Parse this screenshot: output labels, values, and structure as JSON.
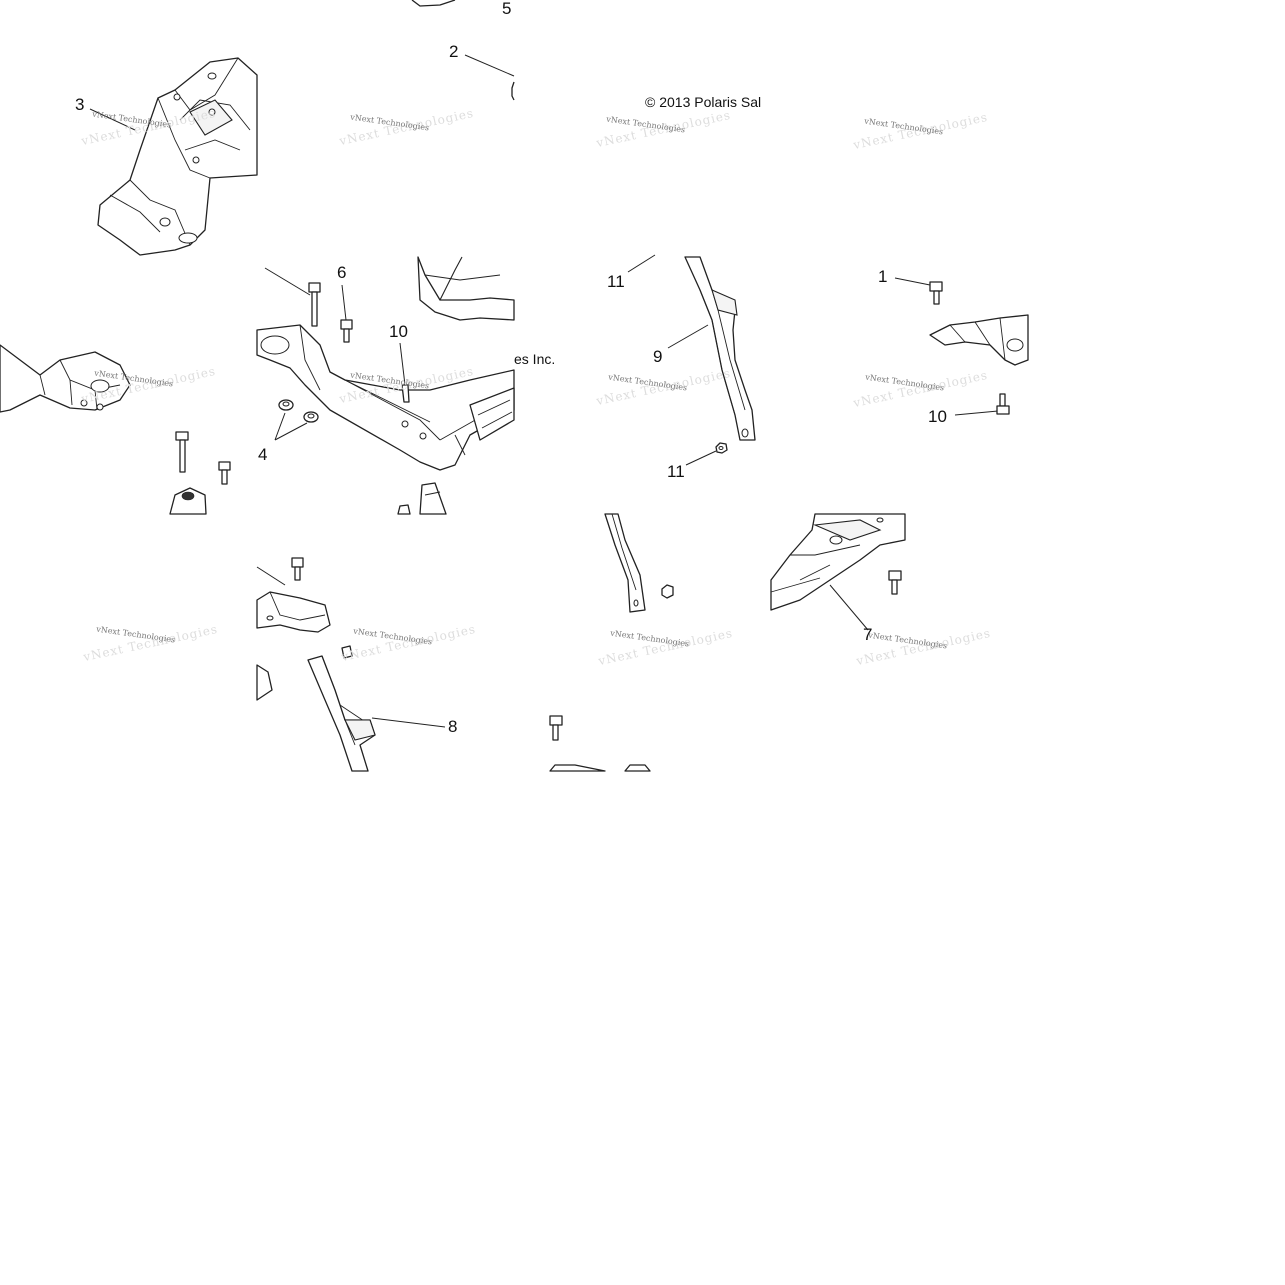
{
  "copyright": {
    "fragment_top": "© 2013 Polaris Sal",
    "fragment_mid": "es Inc."
  },
  "watermark": {
    "text": "vNext Technologies"
  },
  "callouts": [
    {
      "id": "c5",
      "label": "5"
    },
    {
      "id": "c2",
      "label": "2"
    },
    {
      "id": "c3",
      "label": "3"
    },
    {
      "id": "c6",
      "label": "6"
    },
    {
      "id": "c10a",
      "label": "10"
    },
    {
      "id": "c4",
      "label": "4"
    },
    {
      "id": "c11a",
      "label": "11"
    },
    {
      "id": "c9",
      "label": "9"
    },
    {
      "id": "c11b",
      "label": "11"
    },
    {
      "id": "c1",
      "label": "1"
    },
    {
      "id": "c10b",
      "label": "10"
    },
    {
      "id": "c7",
      "label": "7"
    },
    {
      "id": "c8",
      "label": "8"
    }
  ]
}
